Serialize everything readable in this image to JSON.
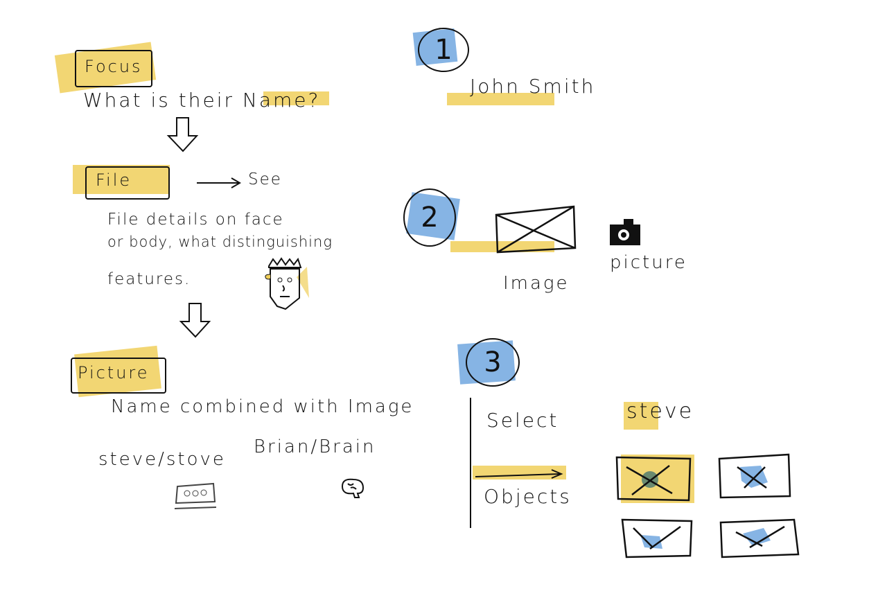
{
  "left": {
    "focus_label": "Focus",
    "focus_question": "What is their Name?",
    "file_label": "File",
    "see_text": "See",
    "file_details": [
      "File details on face",
      "or body, what distinguishing",
      "features."
    ],
    "picture_label": "Picture",
    "picture_desc": "Name combined with Image",
    "example_1": "steve/stove",
    "example_2": "Brian/Brain"
  },
  "right": {
    "step_1": "1",
    "name_example": "John Smith",
    "step_2": "2",
    "image_label": "Image",
    "picture_label": "picture",
    "step_3": "3",
    "select_label": "Select",
    "select_value": "steve",
    "objects_label": "Objects"
  },
  "colors": {
    "highlight": "#f0cf5a",
    "blue": "#86b4e4",
    "ink": "#111111"
  }
}
